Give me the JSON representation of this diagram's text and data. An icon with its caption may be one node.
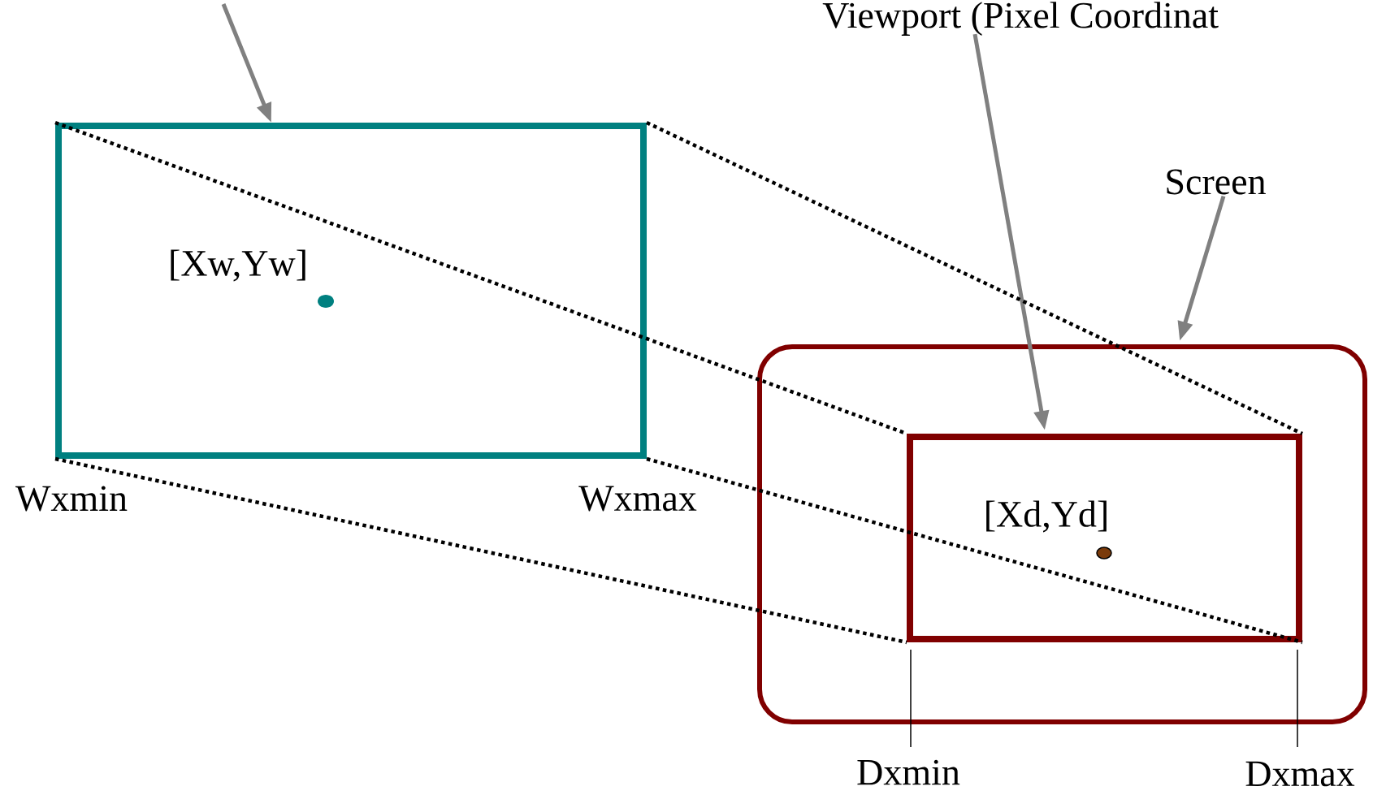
{
  "diagram": {
    "nodes": [
      {
        "text": [],
        "shape": "box"
      },
      {
        "text": [],
        "shape": "box"
      },
      {
        "text": [],
        "shape": "box",
        "in": 1
      },
      {
        "text": [
          "Viewport (Pixel Coordinat"
        ]
      },
      {
        "text": [
          "Screen"
        ]
      }
    ],
    "edges": [
      {
        "from": null,
        "to": 0,
        "arrow": "to",
        "color": "#808080"
      },
      {
        "from": 3,
        "to": 2,
        "arrow": "to",
        "color": "#808080"
      },
      {
        "from": 4,
        "to": 1,
        "arrow": "to",
        "color": "#808080"
      },
      {
        "from": 0,
        "to": 2,
        "arrow": "none",
        "style": "dashed"
      },
      {
        "from": 0,
        "to": 2,
        "arrow": "none",
        "style": "dashed"
      },
      {
        "from": 0,
        "to": 2,
        "arrow": "none",
        "style": "dashed"
      },
      {
        "from": 0,
        "to": 2,
        "arrow": "none",
        "style": "dashed"
      }
    ],
    "labels": [
      "[Xw,Yw]",
      "Wxmin",
      "Wxmax",
      "[Xd,Yd]",
      "Dxmin",
      "Dxmax"
    ]
  }
}
